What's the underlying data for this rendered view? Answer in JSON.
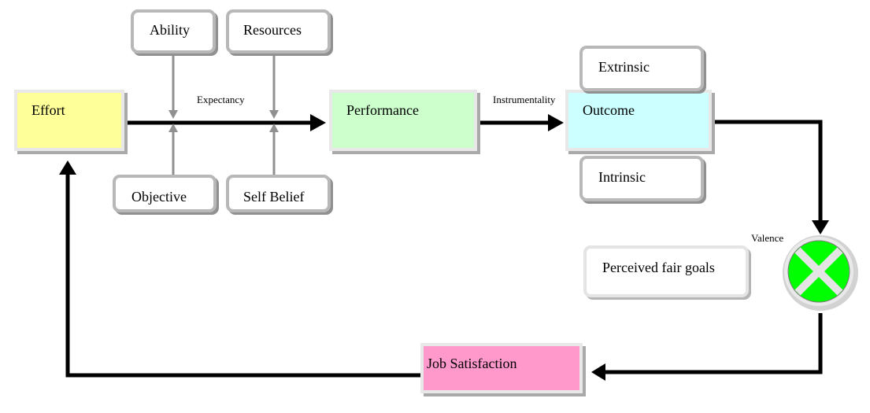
{
  "boxes": {
    "effort": {
      "label": "Effort",
      "fill": "#ffff99"
    },
    "performance": {
      "label": "Performance",
      "fill": "#ccffcc"
    },
    "outcome": {
      "label": "Outcome",
      "fill": "#ccffff"
    },
    "job_satisfaction": {
      "label": "Job Satisfaction",
      "fill": "#ff99cc"
    }
  },
  "factors": {
    "ability": "Ability",
    "resources": "Resources",
    "objective": "Objective",
    "self_belief": "Self Belief",
    "extrinsic": "Extrinsic",
    "intrinsic": "Intrinsic",
    "perceived_fair_goals": "Perceived fair goals"
  },
  "connector_labels": {
    "expectancy": "Expectancy",
    "instrumentality": "Instrumentality",
    "valence": "Valence"
  },
  "valence_symbol": {
    "fill": "#00ff00",
    "ring": "#c8c8c8"
  },
  "colors": {
    "main_arrow": "#000000",
    "factor_arrow": "#909090"
  }
}
